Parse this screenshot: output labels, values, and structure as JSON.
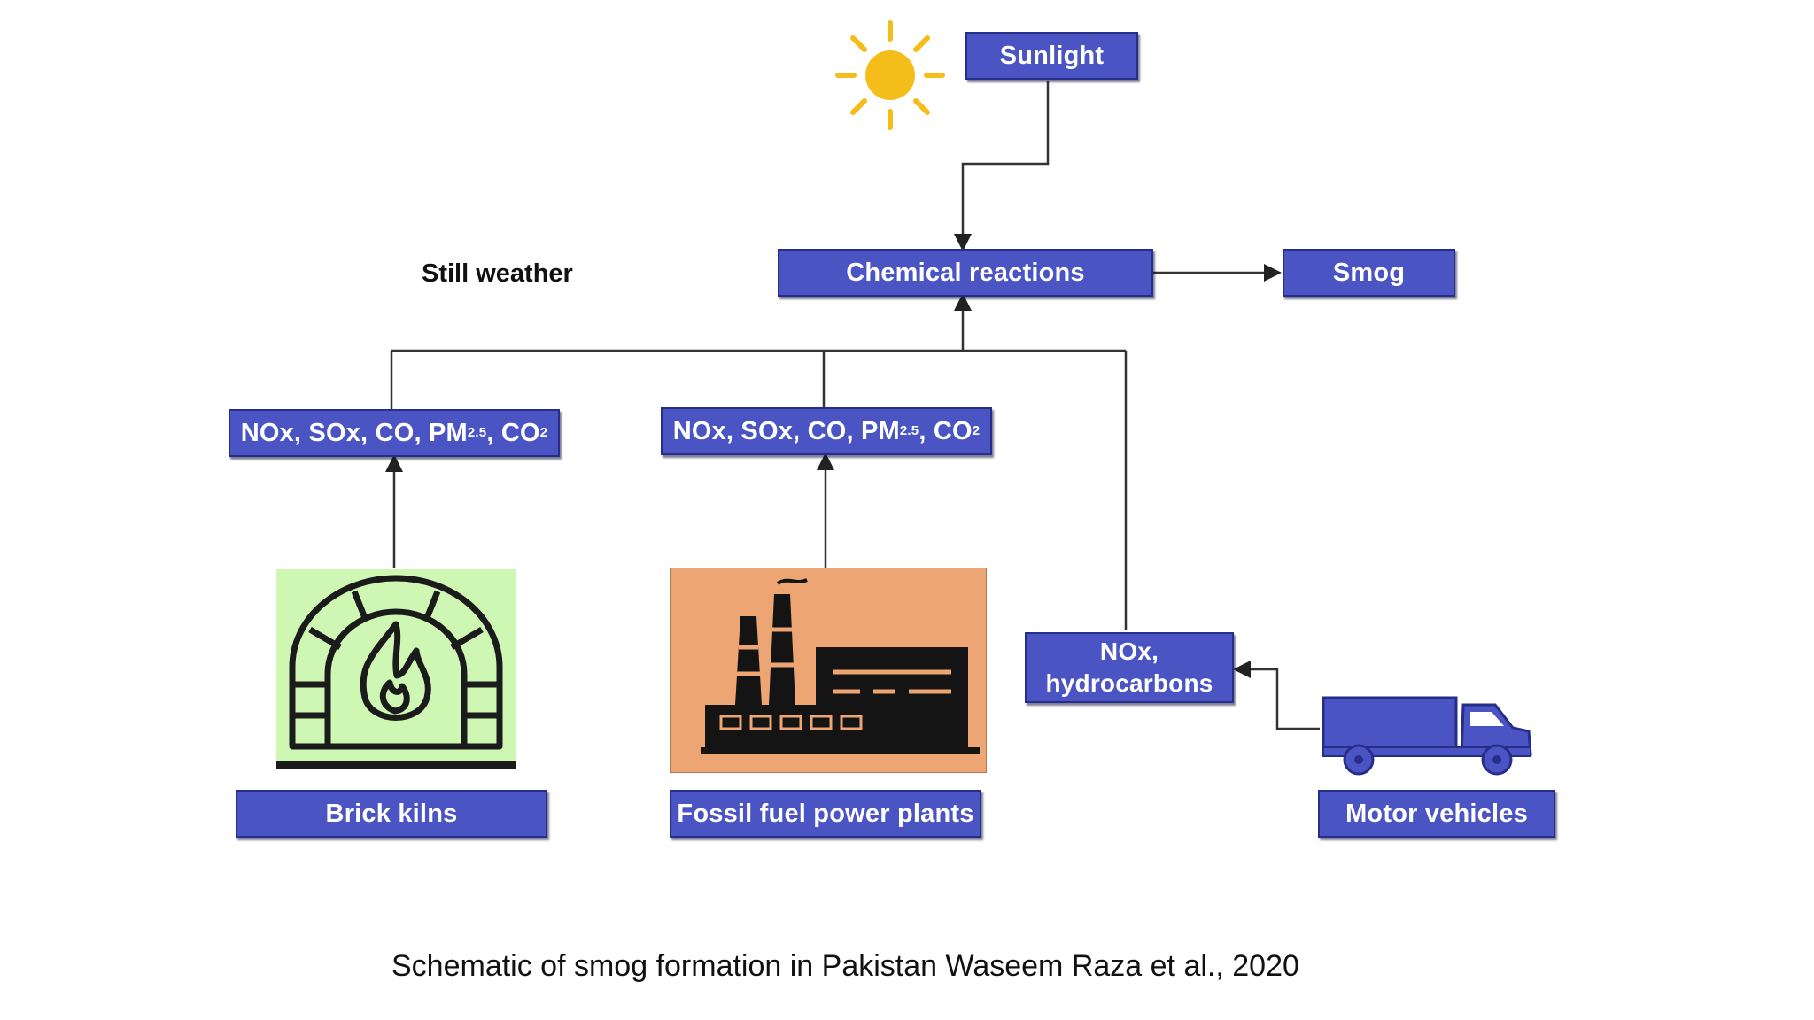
{
  "nodes": {
    "sunlight": "Sunlight",
    "chemical_reactions": "Chemical reactions",
    "smog": "Smog",
    "still_weather": "Still weather",
    "emissions_a": {
      "main": "NOx, SOx, CO, PM",
      "sub1": "2.5",
      "sep": ", CO",
      "sub2": "2"
    },
    "emissions_b": {
      "main": "NOx, SOx, CO, PM",
      "sub1": "2.5",
      "sep": ", CO",
      "sub2": "2"
    },
    "nox_hc_line1": "NOx,",
    "nox_hc_line2": "hydrocarbons",
    "brick_kilns": "Brick kilns",
    "power_plants": "Fossil fuel power plants",
    "motor_vehicles": "Motor vehicles"
  },
  "caption": "Schematic of smog formation in Pakistan Waseem Raza et al., 2020",
  "colors": {
    "box_fill": "#4a54c3",
    "kiln_bg": "#cdf7b2",
    "plant_bg": "#eda574",
    "truck": "#4a54c3",
    "sun": "#f4bd1a"
  },
  "icons": [
    "sun-icon",
    "brick-kiln-icon",
    "power-plant-icon",
    "truck-icon"
  ]
}
